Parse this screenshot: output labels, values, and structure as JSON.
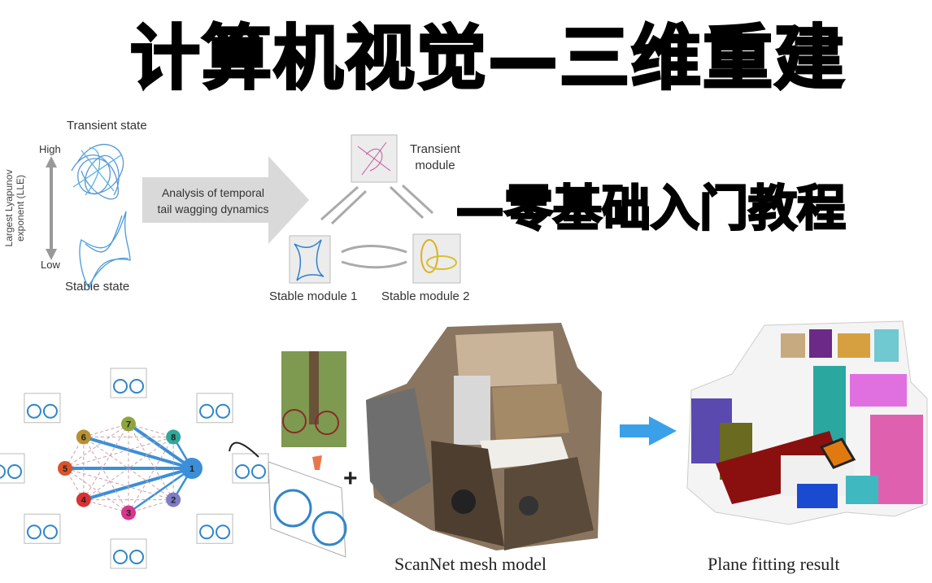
{
  "title": "计算机视觉—三维重建",
  "subtitle": "—零基础入门教程",
  "dynamics_figure": {
    "transient_state": "Transient state",
    "stable_state": "Stable state",
    "axis_label_line1": "Largest Lyapunov",
    "axis_label_line2": "exponent (LLE)",
    "high": "High",
    "low": "Low",
    "arrow_text_line1": "Analysis of temporal",
    "arrow_text_line2": "tail wagging dynamics",
    "transient_module_line1": "Transient",
    "transient_module_line2": "module",
    "stable_module_1": "Stable module 1",
    "stable_module_2": "Stable module 2"
  },
  "graph_figure": {
    "nodes": [
      "1",
      "2",
      "3",
      "4",
      "5",
      "6",
      "7",
      "8"
    ],
    "node_colors": [
      "#3a8fd8",
      "#7d7cc4",
      "#d8358f",
      "#d83232",
      "#d9532b",
      "#b89030",
      "#8ea43e",
      "#2ea89a"
    ],
    "plus": "+"
  },
  "mesh_figure": {
    "caption": "ScanNet mesh model"
  },
  "plane_figure": {
    "caption": "Plane fitting result",
    "arrow_color": "#3aa0ea"
  }
}
